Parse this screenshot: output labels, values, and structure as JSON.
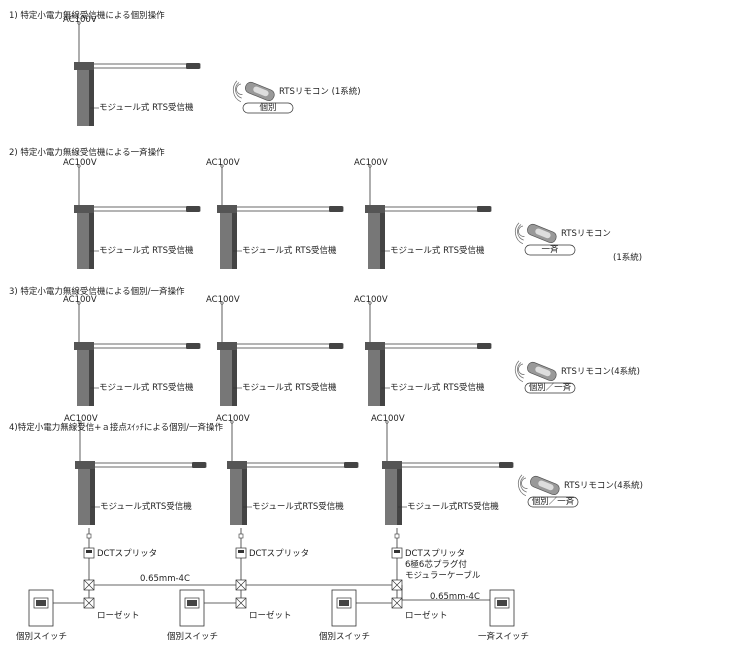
{
  "sections": [
    {
      "heading": "1) 特定小電力無線受信機による個別操作",
      "units": [
        {
          "power_label": "AC100V",
          "module_label": "モジュール式 RTS受信機"
        }
      ],
      "remote": {
        "label": "RTSリモコン (1系統)",
        "button": "個別"
      }
    },
    {
      "heading": "2) 特定小電力無線受信機による一斉操作",
      "units": [
        {
          "power_label": "AC100V",
          "module_label": "モジュール式 RTS受信機"
        },
        {
          "power_label": "AC100V",
          "module_label": "モジュール式 RTS受信機"
        },
        {
          "power_label": "AC100V",
          "module_label": "モジュール式 RTS受信機"
        }
      ],
      "remote": {
        "label": "RTSリモコン",
        "label_sub": "(1系統)",
        "button": "一斉"
      }
    },
    {
      "heading": "3) 特定小電力無線受信機による個別/一斉操作",
      "units": [
        {
          "power_label": "AC100V",
          "module_label": "モジュール式 RTS受信機"
        },
        {
          "power_label": "AC100V",
          "module_label": "モジュール式 RTS受信機"
        },
        {
          "power_label": "AC100V",
          "module_label": "モジュール式 RTS受信機"
        }
      ],
      "remote": {
        "label": "RTSリモコン(4系統)",
        "button": "個別／一斉"
      }
    },
    {
      "heading": "4)特定小電力無線受信+ａ接点ｽｲｯﾁによる個別/一斉操作",
      "units": [
        {
          "power_label": "AC100V",
          "module_label": "モジュール式RTS受信機"
        },
        {
          "power_label": "AC100V",
          "module_label": "モジュール式RTS受信機"
        },
        {
          "power_label": "AC100V",
          "module_label": "モジュール式RTS受信機"
        }
      ],
      "remote": {
        "label": "RTSリモコン(4系統)",
        "button": "個別／一斉"
      },
      "wiring": {
        "splitter_label": "DCTスプリッタ",
        "cable_label_1": "6極6芯プラグ付",
        "cable_label_2": "モジュラーケーブル",
        "wire_spec": "0.65mm-4C",
        "outlet_label": "ローゼット",
        "individual_switch": "個別スイッチ",
        "group_switch": "一斉スイッチ"
      }
    }
  ]
}
